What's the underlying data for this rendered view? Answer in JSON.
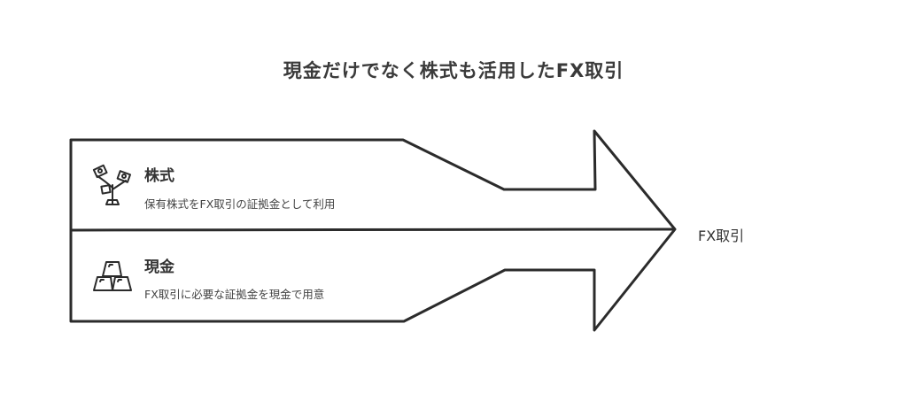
{
  "title": "現金だけでなく株式も活用したFX取引",
  "sources": [
    {
      "name": "株式",
      "description": "保有株式をFX取引の証拠金として利用",
      "icon": "plant-coins-icon"
    },
    {
      "name": "現金",
      "description": "FX取引に必要な証拠金を現金で用意",
      "icon": "stacked-bars-icon"
    }
  ],
  "target": "FX取引",
  "stroke_color": "#2b2b2b"
}
